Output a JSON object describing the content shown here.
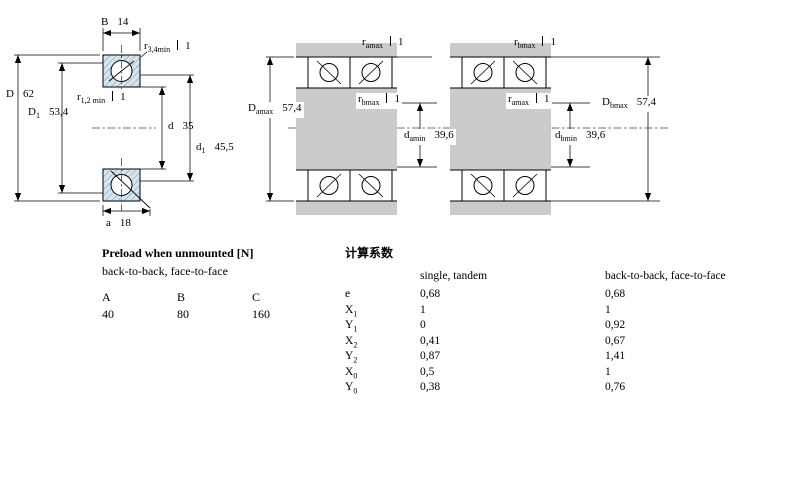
{
  "left_drawing": {
    "dims": [
      {
        "base": "B",
        "sub": "",
        "value": "14"
      },
      {
        "base": "r",
        "sub": "3,4min",
        "value": "1"
      },
      {
        "base": "D",
        "sub": "",
        "value": "62"
      },
      {
        "base": "D",
        "sub": "1",
        "value": "53,4"
      },
      {
        "base": "r",
        "sub": "1,2 min",
        "value": "1"
      },
      {
        "base": "d",
        "sub": "",
        "value": "35"
      },
      {
        "base": "d",
        "sub": "1",
        "value": "45,5"
      },
      {
        "base": "a",
        "sub": "",
        "value": "18"
      }
    ]
  },
  "middle_drawing": {
    "dims": [
      {
        "base": "r",
        "sub": "amax",
        "value": "1"
      },
      {
        "base": "D",
        "sub": "amax",
        "value": "57,4"
      },
      {
        "base": "r",
        "sub": "bmax",
        "value": "1"
      },
      {
        "base": "d",
        "sub": "amin",
        "value": "39,6"
      }
    ]
  },
  "right_drawing": {
    "dims": [
      {
        "base": "r",
        "sub": "bmax",
        "value": "1"
      },
      {
        "base": "r",
        "sub": "amax",
        "value": "1"
      },
      {
        "base": "d",
        "sub": "bmin",
        "value": "39,6"
      },
      {
        "base": "D",
        "sub": "bmax",
        "value": "57,4"
      }
    ]
  },
  "preload_table": {
    "title": "Preload when unmounted [N]",
    "subtitle": "back-to-back, face-to-face",
    "headers": [
      "A",
      "B",
      "C"
    ],
    "values": [
      "40",
      "80",
      "160"
    ]
  },
  "factors_table": {
    "title": "计算系数",
    "col1_header": "single, tandem",
    "col2_header": "back-to-back, face-to-face",
    "rows": [
      {
        "base": "e",
        "sub": "",
        "v1": "0,68",
        "v2": "0,68"
      },
      {
        "base": "X",
        "sub": "1",
        "v1": "1",
        "v2": "1"
      },
      {
        "base": "Y",
        "sub": "1",
        "v1": "0",
        "v2": "0,92"
      },
      {
        "base": "X",
        "sub": "2",
        "v1": "0,41",
        "v2": "0,67"
      },
      {
        "base": "Y",
        "sub": "2",
        "v1": "0,87",
        "v2": "1,41"
      },
      {
        "base": "X",
        "sub": "0",
        "v1": "0,5",
        "v2": "1"
      },
      {
        "base": "Y",
        "sub": "0",
        "v1": "0,38",
        "v2": "0,76"
      }
    ]
  },
  "colors": {
    "bearing_fill": "#d6e5ef",
    "hatch": "#7a98a8",
    "steel_gray": "#cbcbcb"
  }
}
